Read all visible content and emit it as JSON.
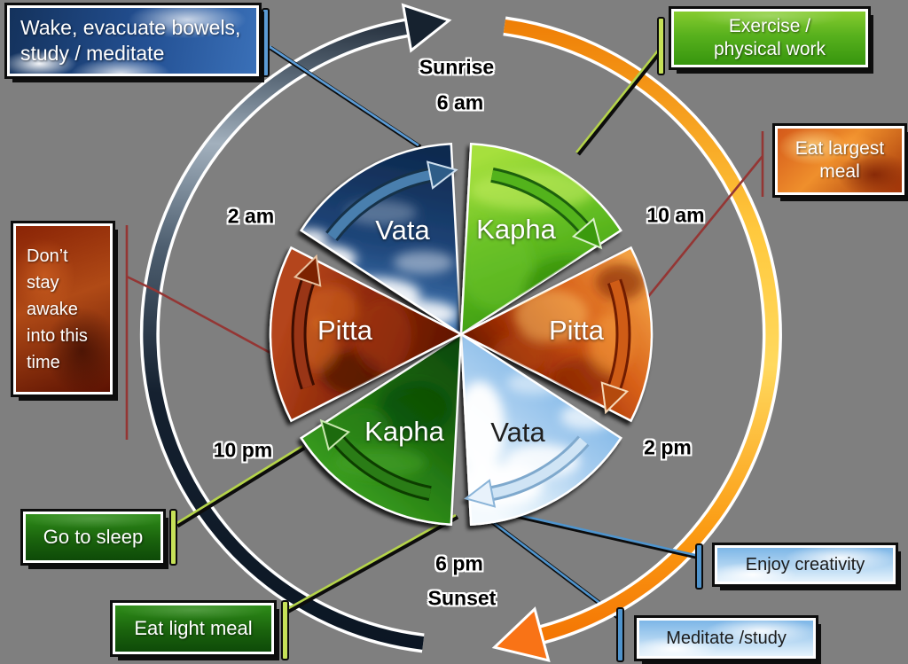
{
  "colors": {
    "background": "#7f7f7f",
    "night_arc_dark": "#101b28",
    "night_arc_silver": "#a2b0bd",
    "day_arc_orange": "#ed7700",
    "day_arc_yellow": "#ffd95e",
    "connector_blue": "#5b9bd5",
    "connector_green": "#c6e158",
    "connector_red": "#943634"
  },
  "wheel": {
    "segments": [
      {
        "key": "vata-night",
        "label": "Vata",
        "theme": "dark-sky"
      },
      {
        "key": "kapha-morning",
        "label": "Kapha",
        "theme": "bright-grass"
      },
      {
        "key": "pitta-midday",
        "label": "Pitta",
        "theme": "fire"
      },
      {
        "key": "vata-afternoon",
        "label": "Vata",
        "theme": "light-sky"
      },
      {
        "key": "kapha-evening",
        "label": "Kapha",
        "theme": "dark-grass"
      },
      {
        "key": "pitta-late-night",
        "label": "Pitta",
        "theme": "dark-fire"
      }
    ],
    "time_labels": {
      "sunrise_word": "Sunrise",
      "sunrise_time": "6 am",
      "mid_morning": "10 am",
      "afternoon": "2 pm",
      "sunset_time": "6 pm",
      "sunset_word": "Sunset",
      "evening": "10 pm",
      "late_night": "2 am"
    }
  },
  "callouts": [
    {
      "key": "wake-activities",
      "theme": "dark-sky",
      "lines": [
        "Wake, evacuate bowels,",
        "study / meditate"
      ]
    },
    {
      "key": "exercise",
      "theme": "bright-grass",
      "lines": [
        "Exercise /",
        "physical work"
      ]
    },
    {
      "key": "eat-largest-meal",
      "theme": "fire",
      "lines": [
        "Eat largest",
        "meal"
      ]
    },
    {
      "key": "dont-stay-awake",
      "theme": "dark-fire",
      "lines": [
        "Don’t",
        "stay",
        "awake",
        "into this",
        "time"
      ]
    },
    {
      "key": "go-to-sleep",
      "theme": "dark-grass",
      "lines": [
        "Go to sleep"
      ]
    },
    {
      "key": "eat-light-meal",
      "theme": "dark-grass",
      "lines": [
        "Eat light meal"
      ]
    },
    {
      "key": "enjoy-creativity",
      "theme": "light-sky",
      "lines": [
        "Enjoy creativity"
      ]
    },
    {
      "key": "meditate-study",
      "theme": "light-sky",
      "lines": [
        "Meditate /study"
      ]
    }
  ]
}
